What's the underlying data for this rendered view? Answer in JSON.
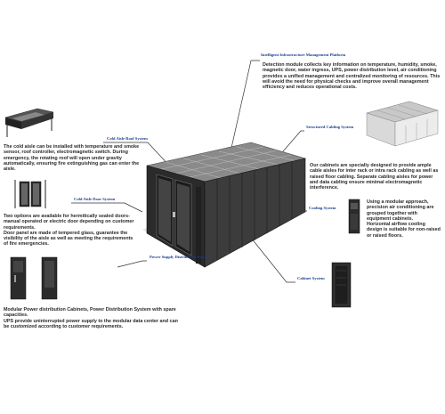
{
  "labels": {
    "management": "Intelligent Infrastructure Management Platform",
    "cabling": "Structured Cabling System",
    "roof": "Cold Aisle Roof System",
    "door": "Cold Aisle Door System",
    "cooling": "Cooling System",
    "power": "Power Supply Distribution System",
    "cabinet": "Cabinet System"
  },
  "texts": {
    "management": "Detection module collects key information on temperature, humidity, smoke, magnetic door, water ingress, UPS, power distribution level, air conditioning provides a unified management and centralized monitoring of resources. This will avoid the need for physical checks and improve overall management efficiency and reduces operational costs.",
    "roof": "The cold aisle can be installed with temperature and smoke sensor, roof controller, electromagnetic switch. During emergency, the rotating roof will open under gravity automatically, ensuring fire extinguishing gas can enter the aisle.",
    "door_1": "Two options are available for hermitically sealed doors-manual operated or electric door depending on customer requirements.",
    "door_2": "Door panel are made of tempered glass, guarantee the visibility of the aisle as well as meeting the requirements of fire emergencies.",
    "cabling": "Our cabinets are specially designed to provide ample cable aisles for inter rack or intra rack cabling as well as raised floor cabling. Separate cabling aisles for power and data cabling ensure minimal electromagnetic interference.",
    "cooling_1": "Using a modular approach, precision air conditioning are grouped together with equipment cabinets.",
    "cooling_2": "Horizontal airflow cooling design is suitable for non-raised or raised floors.",
    "power_1": "Modular Power distribution Cabinets, Power Distribution System with spare capacities.",
    "power_2": "UPS provide uninterrupted power supply to the modular data center and can be customized according to customer requirements."
  },
  "colors": {
    "label_blue": "#1a3f8f",
    "cabinet_dark": "#2b2b2b",
    "leader_line": "#333333"
  }
}
